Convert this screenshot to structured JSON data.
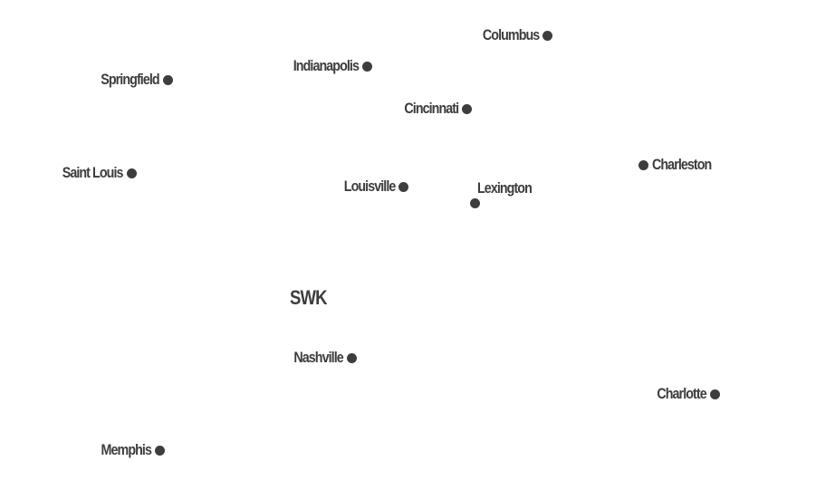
{
  "map": {
    "marker_color": "#3d3d3d",
    "background_color": "#ffffff",
    "region_label": "SWK",
    "cities": {
      "columbus": "Columbus",
      "indianapolis": "Indianapolis",
      "springfield": "Springfield",
      "cincinnati": "Cincinnati",
      "saint_louis": "Saint Louis",
      "louisville": "Louisville",
      "lexington": "Lexington",
      "charleston": "Charleston",
      "nashville": "Nashville",
      "charlotte": "Charlotte",
      "memphis": "Memphis"
    }
  }
}
